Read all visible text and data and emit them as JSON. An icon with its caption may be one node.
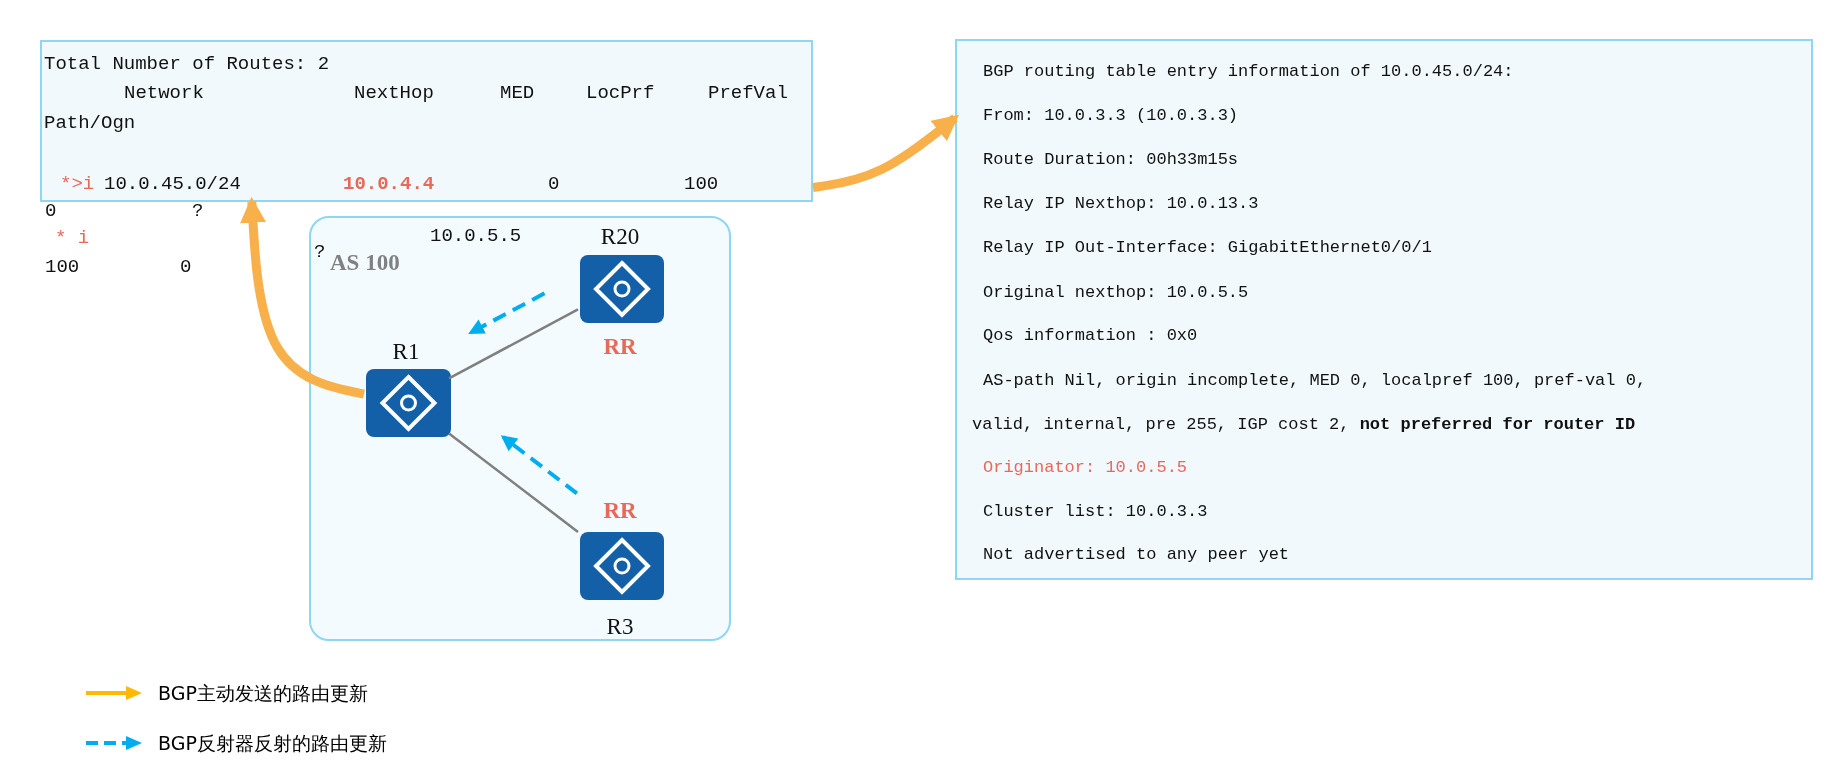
{
  "diagram": {
    "nodes": [
      {
        "text": [
          "Total Number of Routes: 2",
          "Network",
          "NextHop",
          "MED",
          "LocPrf",
          "PrefVal",
          "Path/Ogn",
          "*>i",
          "10.0.45.0/24",
          "10.0.4.4",
          "0",
          "100"
        ]
      },
      {
        "text": [
          "AS 100"
        ]
      },
      {
        "text": [],
        "shape": "box",
        "in": 1,
        "beside": [
          "R20",
          "RR"
        ]
      },
      {
        "text": [],
        "shape": "box",
        "in": 1,
        "beside": [
          "R1"
        ]
      },
      {
        "text": [],
        "shape": "box",
        "in": 1,
        "beside": [
          "RR",
          "R3"
        ]
      },
      {
        "text": [
          "BGP routing table entry information of 10.0.45.0/24:",
          "From: 10.0.3.3 (10.0.3.3)",
          "Route Duration: 00h33m15s",
          "Relay IP Nexthop: 10.0.13.3",
          "Relay IP Out-Interface: GigabitEthernet0/0/1",
          "Original nexthop: 10.0.5.5",
          "Qos information : 0x0",
          "AS-path Nil, origin incomplete, MED 0, localpref 100, pref-val 0, valid, internal, pre 255, IGP cost 2, **not preferred for router ID**",
          "Originator:  10.0.5.5",
          "Cluster list: 10.0.3.3",
          "Not advertised to any peer yet"
        ]
      }
    ],
    "edges": [
      {
        "from": 2,
        "to": 3,
        "arrow": "none"
      },
      {
        "from": 3,
        "to": 4,
        "arrow": "none"
      },
      {
        "from": 2,
        "to": 3,
        "arrow": "to",
        "style": "dashed",
        "color": "#00aeef"
      },
      {
        "from": 4,
        "to": 3,
        "arrow": "to",
        "style": "dashed",
        "color": "#00aeef"
      },
      {
        "from": 3,
        "to": 0,
        "arrow": "to",
        "style": "thick",
        "color": "#f8b04a"
      },
      {
        "from": 0,
        "to": 5,
        "arrow": "to",
        "style": "thick",
        "color": "#f8b04a"
      }
    ],
    "labels": [
      "0",
      "?",
      "* i",
      "100",
      "0",
      "?",
      "10.0.5.5"
    ],
    "legend": [
      {
        "text": "BGP主动发送的路由更新"
      },
      {
        "text": "BGP反射器反射的路由更新"
      }
    ]
  }
}
